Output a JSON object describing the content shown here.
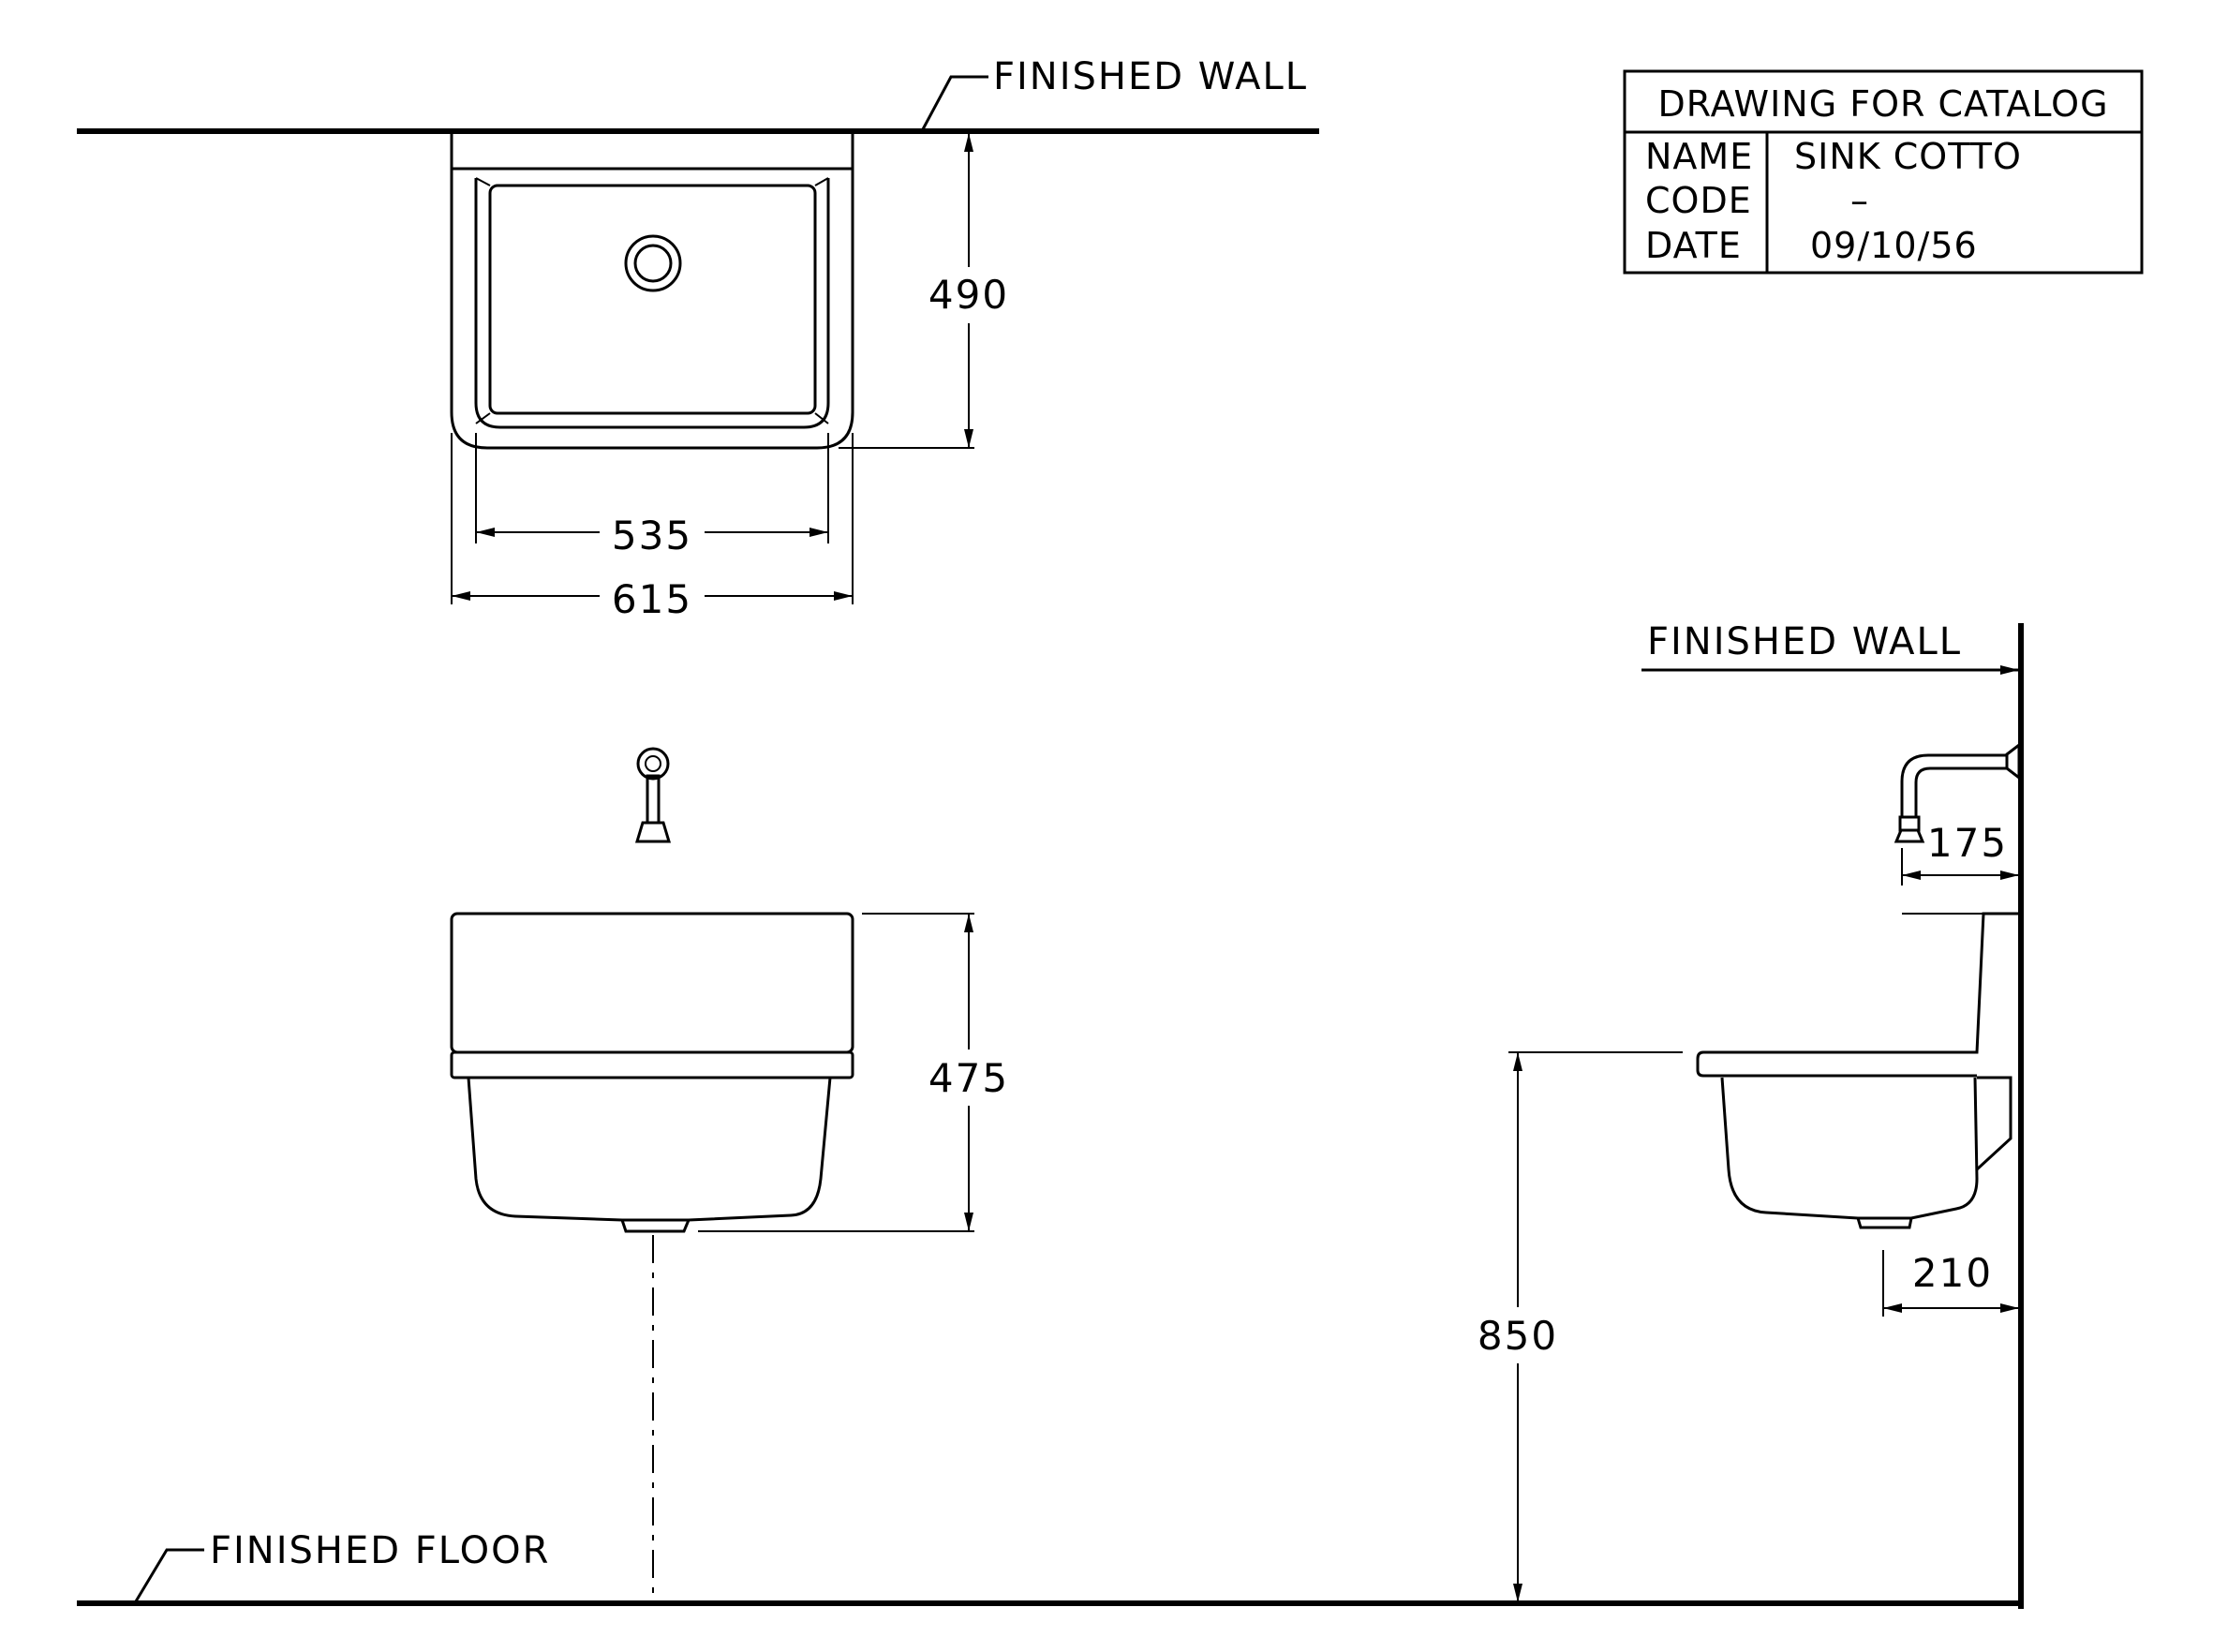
{
  "labels": {
    "finished_wall_top": "FINISHED WALL",
    "finished_wall_side": "FINISHED WALL",
    "finished_floor": "FINISHED FLOOR"
  },
  "title_block": {
    "heading": "DRAWING FOR CATALOG",
    "name_label": "NAME",
    "name_value": "SINK COTTO",
    "code_label": "CODE",
    "code_value": "–",
    "date_label": "DATE",
    "date_value": "09/10/56"
  },
  "dimensions": {
    "plan_depth": "490",
    "plan_inner_width": "535",
    "plan_outer_width": "615",
    "front_height": "475",
    "side_mount_height": "850",
    "side_faucet_reach": "175",
    "side_drain_offset": "210"
  }
}
